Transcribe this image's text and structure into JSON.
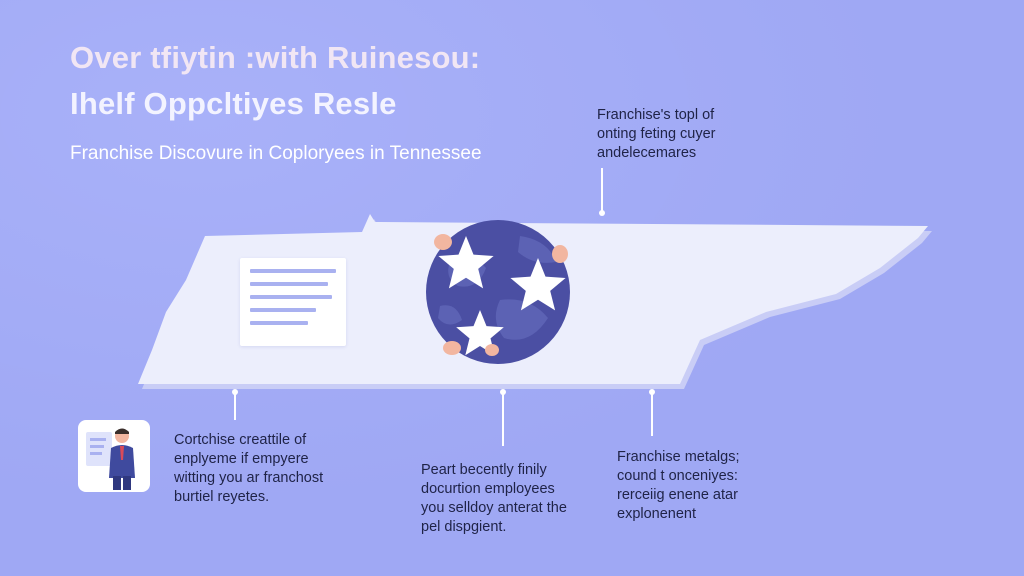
{
  "header": {
    "title_line1": "Over tfiytin :with Ruinesou:",
    "title_line2": "Ihelf Oppcltiyes Resle",
    "subtitle": "Franchise Discovure in Coploryees in Tennessee"
  },
  "callouts": {
    "top_right": [
      "Franchise's topl of",
      "onting feting cuyer",
      "andelecemares"
    ],
    "bottom_left": [
      "Cortchise creattile of",
      "enplyeme if empyere",
      "witting you ar franchost",
      "burtiel reyetes."
    ],
    "bottom_center": [
      "Peart becently finily",
      "docurtion employees",
      "you selldoy anterat the",
      "pel dispgient."
    ],
    "bottom_right": [
      "Franchise metalgs;",
      "cound t onceniyes:",
      "rerceiig enene atar",
      "explonenent"
    ]
  },
  "colors": {
    "background": "#9fa8f4",
    "map_fill": "#eceefc",
    "globe": "#4b4fa3",
    "globe_land": "#5c62b4",
    "star": "#ffffff",
    "hand": "#f2b6a0",
    "text_dark": "#1f2347",
    "doc_lines": "#a9b1f0"
  },
  "icons": {
    "globe": "globe-with-stars-icon",
    "document": "document-icon",
    "person": "businessman-icon"
  }
}
